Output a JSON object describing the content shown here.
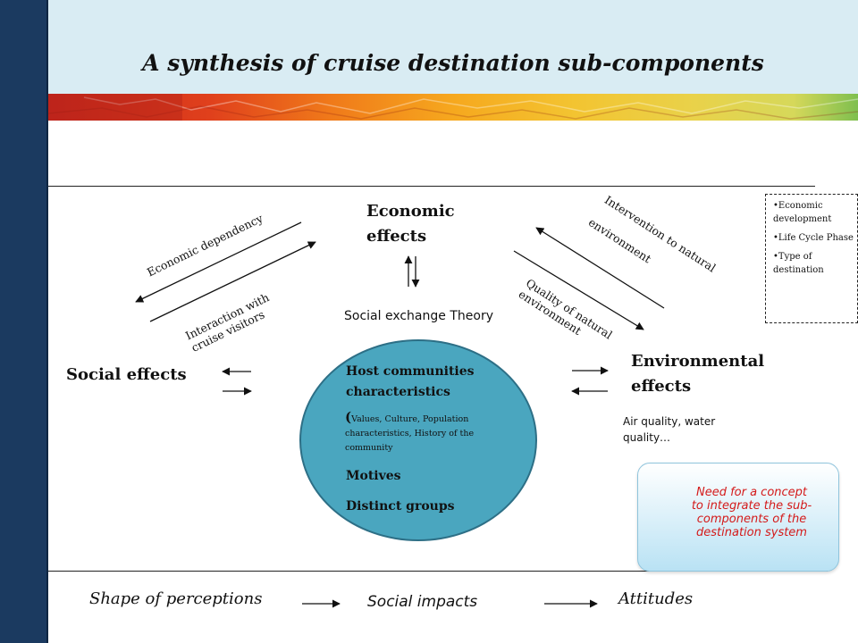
{
  "title": "A synthesis of cruise destination sub-components",
  "colors": {
    "sidebar": "#1b3a60",
    "header": "#d9ecf3",
    "circle": "#4aa6bf",
    "callout_text": "#d41a1a"
  },
  "economic_effects": {
    "line1": "Economic",
    "line2": "effects"
  },
  "social_effects": "Social effects",
  "environmental_effects": {
    "line1": "Environmental",
    "line2": "effects"
  },
  "arrow_labels": {
    "economic_dependency": "Economic dependency",
    "interaction_1": "Interaction with",
    "interaction_2": "cruise visitors",
    "intervention_1": "Intervention  to natural",
    "intervention_2": "environment",
    "quality_1": "Quality of natural",
    "quality_2": "environment"
  },
  "theory": "Social exchange Theory",
  "host": {
    "line1": "Host communities",
    "line2": "characteristics",
    "paren": "(",
    "detail1": "Values, Culture,  Population",
    "detail2": "characteristics,  History of the",
    "detail3": "community",
    "motives": "Motives",
    "groups": "Distinct groups"
  },
  "environment_note": {
    "line1": "Air quality, water",
    "line2": "quality…"
  },
  "factors": [
    "•Economic development",
    "•Life Cycle Phase",
    "•Type of destination"
  ],
  "callout": {
    "line1": "Need for a concept",
    "line2": "to integrate the sub-",
    "line3": "components of the",
    "line4": "destination system"
  },
  "bottom": {
    "perceptions": "Shape of perceptions",
    "impacts": "Social impacts",
    "attitudes": "Attitudes"
  }
}
